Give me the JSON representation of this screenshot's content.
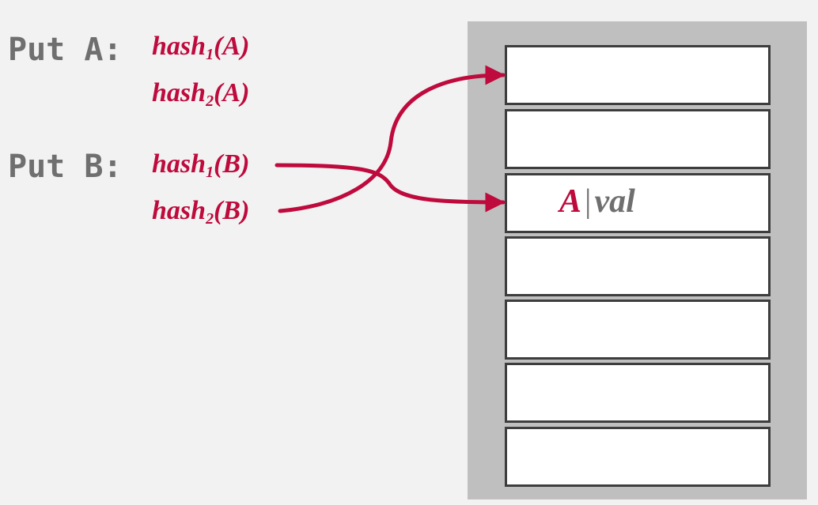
{
  "operations": [
    {
      "label": "Put A:",
      "hashes": [
        {
          "fn": "hash",
          "sub": "1",
          "arg": "(A)"
        },
        {
          "fn": "hash",
          "sub": "2",
          "arg": "(A)"
        }
      ]
    },
    {
      "label": "Put B:",
      "hashes": [
        {
          "fn": "hash",
          "sub": "1",
          "arg": "(B)"
        },
        {
          "fn": "hash",
          "sub": "2",
          "arg": "(B)"
        }
      ]
    }
  ],
  "table": {
    "slots": [
      {
        "key": "",
        "val": ""
      },
      {
        "key": "",
        "val": ""
      },
      {
        "key": "A",
        "sep": "|",
        "val": "val"
      },
      {
        "key": "",
        "val": ""
      },
      {
        "key": "",
        "val": ""
      },
      {
        "key": "",
        "val": ""
      },
      {
        "key": "",
        "val": ""
      }
    ]
  },
  "colors": {
    "accent": "#be0a3c",
    "label_gray": "#6f6f6f",
    "table_bg": "#bfbfbf",
    "slot_border": "#3d3d3d"
  }
}
